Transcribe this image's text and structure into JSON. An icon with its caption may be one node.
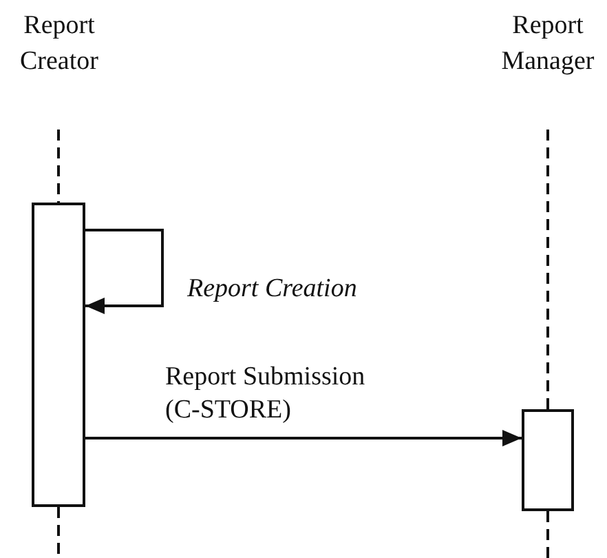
{
  "diagram": {
    "nodes": [
      {
        "text": [
          "Report Creator"
        ]
      },
      {
        "text": [
          "Report Manager"
        ]
      },
      {
        "text": [],
        "shape": "bar"
      },
      {
        "text": [],
        "shape": "bar"
      }
    ],
    "edges": [
      {
        "from": 0,
        "to": 2,
        "arrow": "none",
        "style": "dashed"
      },
      {
        "from": 1,
        "to": 3,
        "arrow": "none",
        "style": "dashed"
      },
      {
        "from": 2,
        "to": 2,
        "arrow": "to",
        "label": "Report Creation"
      },
      {
        "from": 2,
        "to": 3,
        "arrow": "to",
        "label": "Report Submission (C-STORE)"
      },
      {
        "from": 2,
        "to": null,
        "arrow": "none",
        "style": "dashed"
      },
      {
        "from": 3,
        "to": null,
        "arrow": "none",
        "style": "dashed"
      }
    ]
  }
}
